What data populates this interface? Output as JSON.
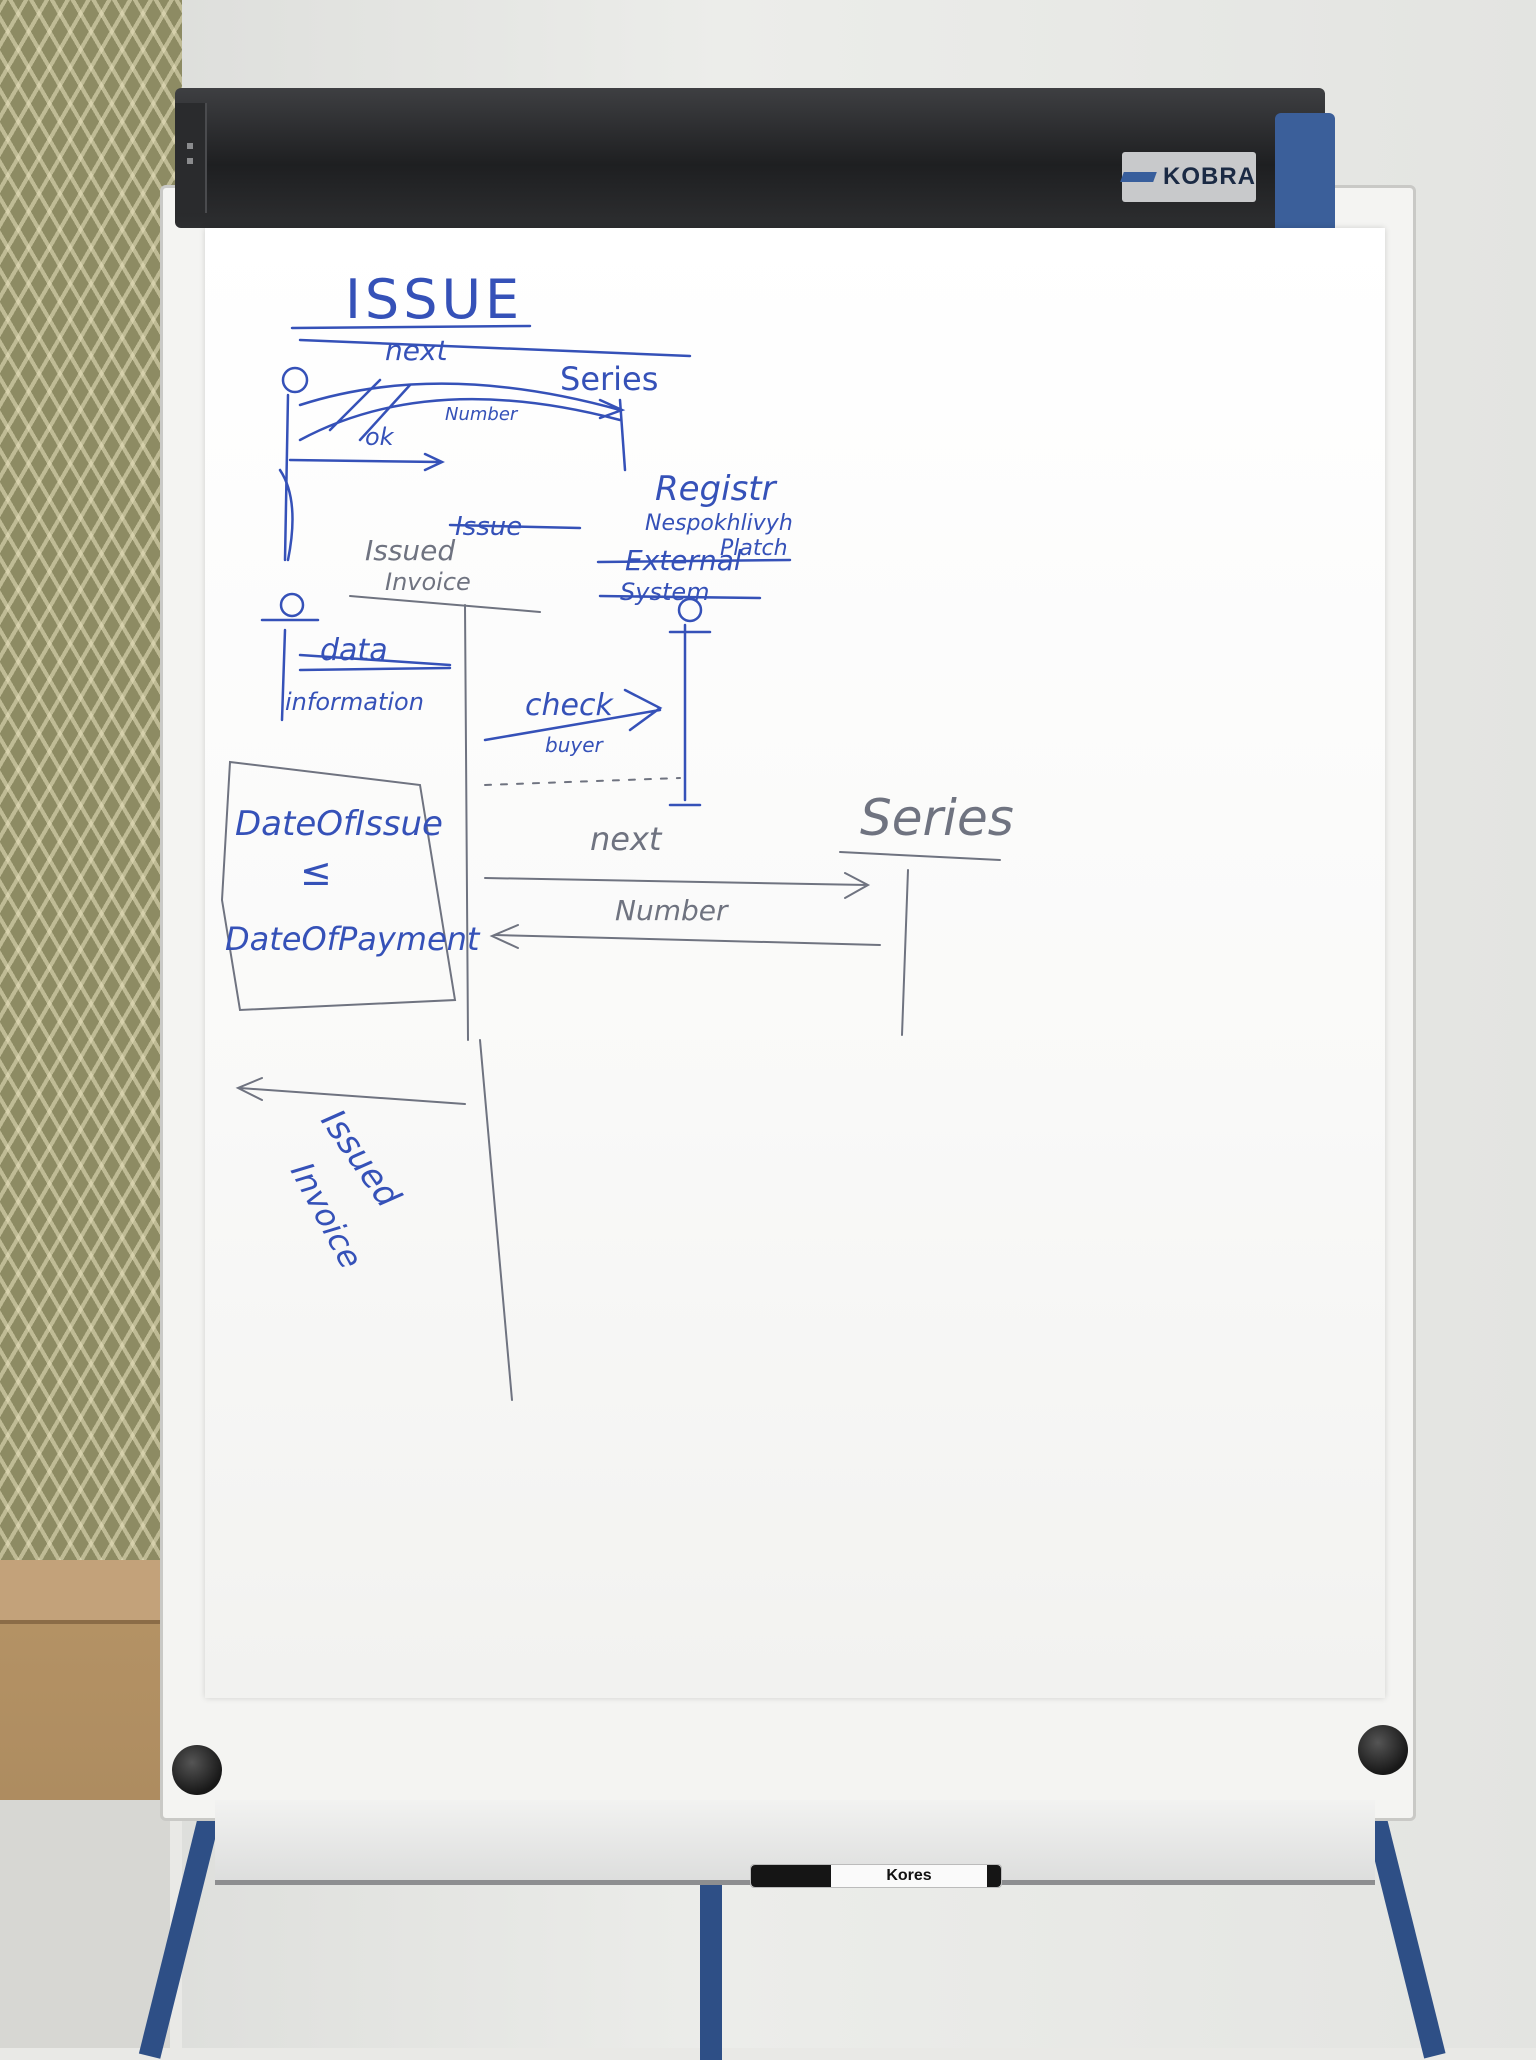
{
  "board": {
    "brand": "KOBRA"
  },
  "marker": {
    "brand": "Kores"
  },
  "flipchart": {
    "title": "ISSUE",
    "top_diagram": {
      "message_next": "next",
      "lifeline_series": "Series",
      "message_number": "Number",
      "message_ok": "ok",
      "struck_issue": "Issue",
      "register_label_1": "Registr",
      "register_label_2": "Nespokhlivyh",
      "register_label_3": "Platch",
      "struck_external": "External",
      "struck_system": "System",
      "issued_invoice_1": "Issued",
      "issued_invoice_2": "Invoice",
      "struck_data": "data",
      "information": "information",
      "message_check": "check",
      "message_buyer": "buyer"
    },
    "condition_box": {
      "line_1": "DateOfIssue",
      "operator": "≤",
      "line_2": "DateOfPayment"
    },
    "bottom_diagram": {
      "message_next": "next",
      "lifeline_series": "Series",
      "message_number": "Number",
      "return_issued": "Issued",
      "return_invoice": "Invoice"
    }
  }
}
